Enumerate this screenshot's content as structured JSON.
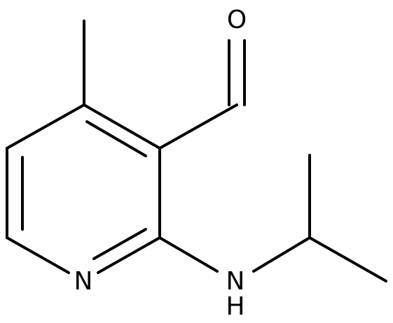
{
  "molecule": {
    "atoms": {
      "oxygen": "O",
      "ring_nitrogen": "N",
      "amine_nitrogen": "N",
      "amine_hydrogen": "H"
    },
    "colors": {
      "bond": "#000000",
      "label": "#000000",
      "background": "#ffffff"
    }
  }
}
